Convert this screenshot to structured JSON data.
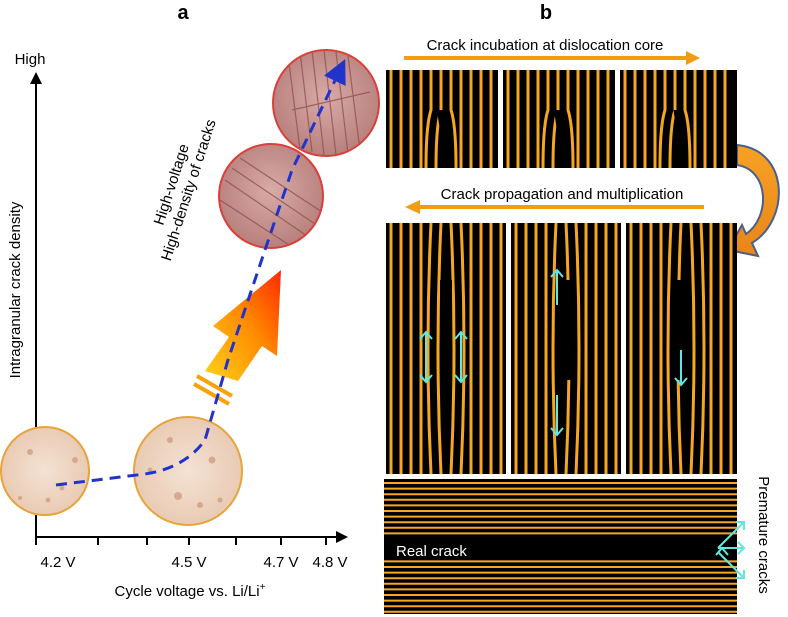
{
  "panel_a": {
    "label": "a",
    "y_axis_top": "High",
    "y_axis_title": "Intragranular crack density",
    "x_axis_title_main": "Cycle voltage vs. Li/Li",
    "x_axis_title_sup": "+",
    "x_ticks": [
      "4.2 V",
      "4.5 V",
      "4.7 V",
      "4.8 V"
    ],
    "annotation_line1": "High-voltage",
    "annotation_line2": "High-density of cracks"
  },
  "panel_b": {
    "label": "b",
    "step1_title": "Crack incubation at dislocation core",
    "step2_title": "Crack propagation and multiplication",
    "real_crack_label": "Real crack",
    "premature_label": "Premature cracks"
  },
  "colors": {
    "lattice": "#f5a623",
    "background": "#000000",
    "arrow_orange": "#f39c12",
    "path_blue": "#2233cc",
    "cyan": "#5ee8e0",
    "circle_orange": "#e8a33a",
    "circle_red": "#d9403a"
  }
}
